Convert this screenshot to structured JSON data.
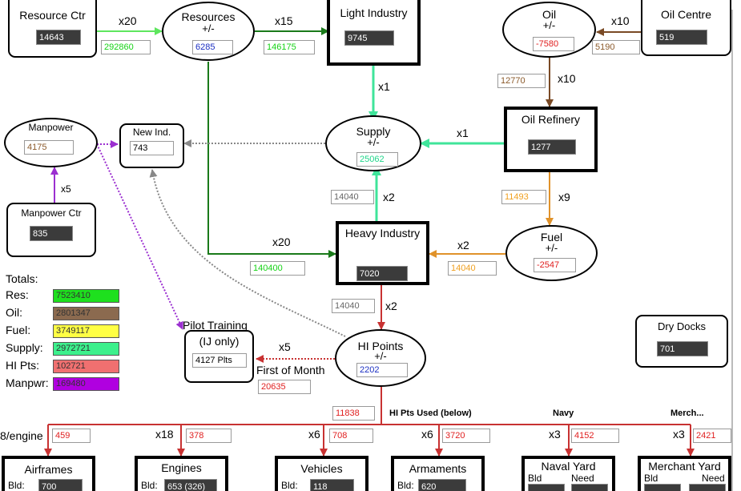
{
  "colors": {
    "resources": "#16d316",
    "oil": "#8b5a2b",
    "fuel": "#e0922a",
    "supply": "#3fe49a",
    "hi_points": "#c83232",
    "manpower": "#9b2fd0",
    "dotted": "#888888"
  },
  "resource_ctr": {
    "title": "Resource Ctr",
    "value": "14643"
  },
  "resources": {
    "title": "Resources",
    "sub": "+/-",
    "value": "6285"
  },
  "light_industry": {
    "title": "Light Industry",
    "value": "9745"
  },
  "oil": {
    "title": "Oil",
    "sub": "+/-",
    "value": "-7580"
  },
  "oil_centre": {
    "title": "Oil Centre",
    "value": "519"
  },
  "oil_refinery": {
    "title": "Oil Refinery",
    "value": "1277"
  },
  "supply": {
    "title": "Supply",
    "sub": "+/-",
    "value": "25062"
  },
  "manpower": {
    "title": "Manpower",
    "value": "4175"
  },
  "new_ind": {
    "title": "New Ind.",
    "value": "743"
  },
  "manpower_ctr": {
    "title": "Manpower Ctr",
    "value": "835"
  },
  "heavy_industry": {
    "title": "Heavy Industry",
    "value": "7020"
  },
  "fuel": {
    "title": "Fuel",
    "sub": "+/-",
    "value": "-2547"
  },
  "pilot_training": {
    "title": "Pilot Training",
    "sub": "(IJ only)",
    "value": "4127 Plts"
  },
  "hi_points": {
    "title": "HI Points",
    "sub": "+/-",
    "value": "2202"
  },
  "dry_docks": {
    "title": "Dry Docks",
    "value": "701"
  },
  "first_of_month": {
    "label": "First of Month",
    "value": "20635"
  },
  "flows": {
    "rc_to_res": {
      "mult": "x20",
      "value": "292860"
    },
    "res_to_li": {
      "mult": "x15",
      "value": "146175"
    },
    "oc_to_oil": {
      "mult": "x10",
      "value": "5190"
    },
    "oil_to_ref": {
      "mult": "x10",
      "value": "12770"
    },
    "li_to_supply": {
      "mult": "x1"
    },
    "ref_to_supply": {
      "mult": "x1"
    },
    "mp_ctr": {
      "mult": "x5"
    },
    "hi_to_supply": {
      "mult": "x2",
      "value": "14040"
    },
    "ref_to_fuel": {
      "mult": "x9",
      "value": "11493"
    },
    "res_to_hi": {
      "mult": "x20",
      "value": "140400"
    },
    "fuel_to_hi": {
      "mult": "x2",
      "value": "14040"
    },
    "hi_to_hip": {
      "mult": "x2",
      "value": "14040"
    },
    "hip_to_pilot": {
      "mult": "x5"
    },
    "hip_used": {
      "label": "HI Pts Used (below)",
      "value": "11838"
    },
    "navy": {
      "label": "Navy"
    },
    "merch": {
      "label": "Merch..."
    }
  },
  "totals": {
    "title": "Totals:",
    "rows": [
      {
        "label": "Res:",
        "value": "7523410",
        "color": "#1ee01e"
      },
      {
        "label": "Oil:",
        "value": "2801347",
        "color": "#8b6a4f"
      },
      {
        "label": "Fuel:",
        "value": "3749117",
        "color": "#ffff44"
      },
      {
        "label": "Supply:",
        "value": "2972721",
        "color": "#3cf08c"
      },
      {
        "label": "HI Pts:",
        "value": "102721",
        "color": "#f07070"
      },
      {
        "label": "Manpwr:",
        "value": "169480",
        "color": "#b000e0"
      }
    ]
  },
  "bottom": {
    "engine_lbl": "8/engine",
    "airframes": {
      "title": "Airframes",
      "bld": "Bld:",
      "value": "700",
      "used": "459"
    },
    "engines": {
      "title": "Engines",
      "bld": "Bld:",
      "value": "653 (326)",
      "mult": "x18",
      "used": "378"
    },
    "vehicles": {
      "title": "Vehicles",
      "bld": "Bld:",
      "value": "118",
      "mult": "x6",
      "used": "708"
    },
    "armaments": {
      "title": "Armaments",
      "bld": "Bld:",
      "value": "620",
      "mult": "x6",
      "used": "3720"
    },
    "naval_yard": {
      "title": "Naval Yard",
      "bld": "Bld",
      "need": "Need",
      "mult": "x3",
      "used": "4152"
    },
    "merchant_yard": {
      "title": "Merchant Yard",
      "bld": "Bld",
      "need": "Need",
      "mult": "x3",
      "used": "2421"
    }
  }
}
